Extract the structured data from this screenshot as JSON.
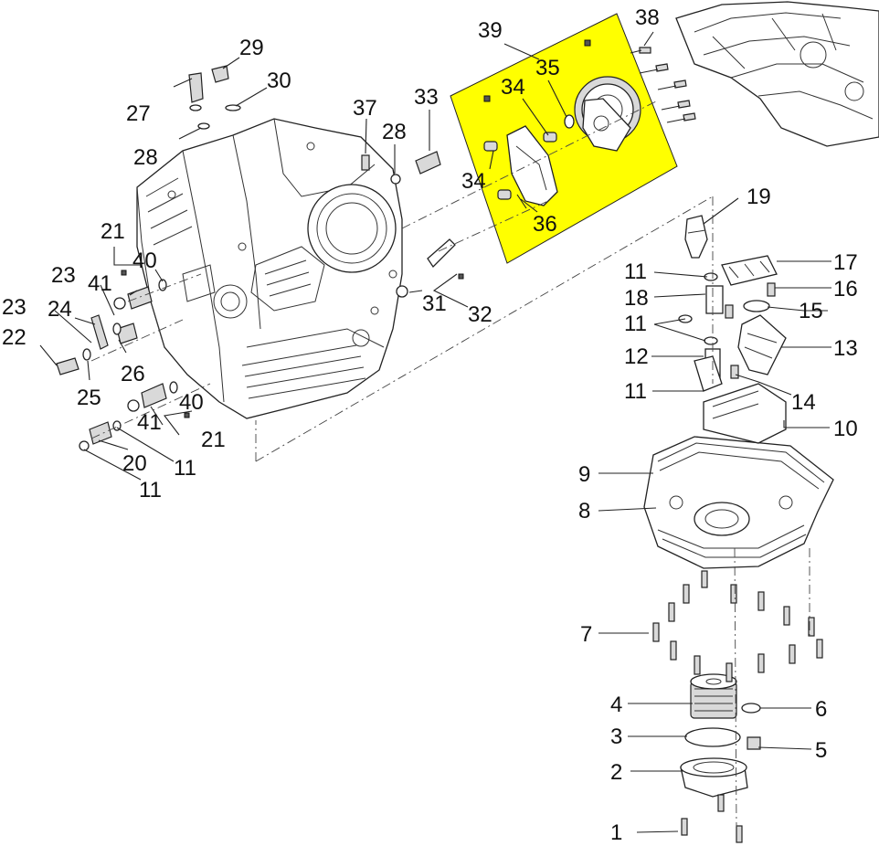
{
  "diagram": {
    "highlight_color": "#ffff00",
    "labels": [
      {
        "id": "l1",
        "text": "1"
      },
      {
        "id": "l2",
        "text": "2"
      },
      {
        "id": "l3",
        "text": "3"
      },
      {
        "id": "l4",
        "text": "4"
      },
      {
        "id": "l5",
        "text": "5"
      },
      {
        "id": "l6",
        "text": "6"
      },
      {
        "id": "l7",
        "text": "7"
      },
      {
        "id": "l8",
        "text": "8"
      },
      {
        "id": "l9",
        "text": "9"
      },
      {
        "id": "l10",
        "text": "10"
      },
      {
        "id": "l11a",
        "text": "11"
      },
      {
        "id": "l11b",
        "text": "11"
      },
      {
        "id": "l11c",
        "text": "11"
      },
      {
        "id": "l11d",
        "text": "11"
      },
      {
        "id": "l11e",
        "text": "11"
      },
      {
        "id": "l12",
        "text": "12"
      },
      {
        "id": "l13",
        "text": "13"
      },
      {
        "id": "l14",
        "text": "14"
      },
      {
        "id": "l15",
        "text": "15"
      },
      {
        "id": "l16",
        "text": "16"
      },
      {
        "id": "l17",
        "text": "17"
      },
      {
        "id": "l18",
        "text": "18"
      },
      {
        "id": "l19",
        "text": "19"
      },
      {
        "id": "l20",
        "text": "20"
      },
      {
        "id": "l21a",
        "text": "21"
      },
      {
        "id": "l21b",
        "text": "21"
      },
      {
        "id": "l22",
        "text": "22"
      },
      {
        "id": "l23a",
        "text": "23"
      },
      {
        "id": "l23b",
        "text": "23"
      },
      {
        "id": "l24",
        "text": "24"
      },
      {
        "id": "l25",
        "text": "25"
      },
      {
        "id": "l26",
        "text": "26"
      },
      {
        "id": "l27",
        "text": "27"
      },
      {
        "id": "l28a",
        "text": "28"
      },
      {
        "id": "l28b",
        "text": "28"
      },
      {
        "id": "l29",
        "text": "29"
      },
      {
        "id": "l30",
        "text": "30"
      },
      {
        "id": "l31",
        "text": "31"
      },
      {
        "id": "l32",
        "text": "32"
      },
      {
        "id": "l33",
        "text": "33"
      },
      {
        "id": "l34a",
        "text": "34"
      },
      {
        "id": "l34b",
        "text": "34"
      },
      {
        "id": "l35",
        "text": "35"
      },
      {
        "id": "l36",
        "text": "36"
      },
      {
        "id": "l37",
        "text": "37"
      },
      {
        "id": "l38",
        "text": "38"
      },
      {
        "id": "l39",
        "text": "39"
      },
      {
        "id": "l40a",
        "text": "40"
      },
      {
        "id": "l40b",
        "text": "40"
      },
      {
        "id": "l41a",
        "text": "41"
      },
      {
        "id": "l41b",
        "text": "41"
      }
    ]
  }
}
